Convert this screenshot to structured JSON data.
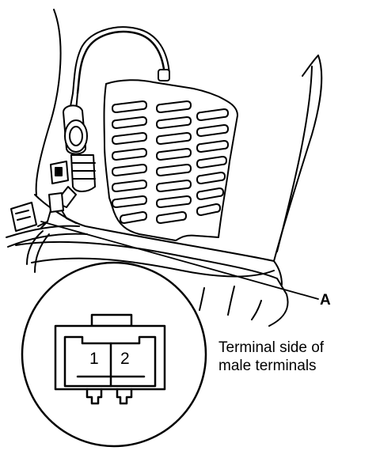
{
  "callout": {
    "label": "A"
  },
  "connector": {
    "pin_labels": [
      "1",
      "2"
    ]
  },
  "caption": {
    "line1": "Terminal side of",
    "line2": "male terminals"
  },
  "colors": {
    "ink": "#000000",
    "paper": "#ffffff"
  }
}
